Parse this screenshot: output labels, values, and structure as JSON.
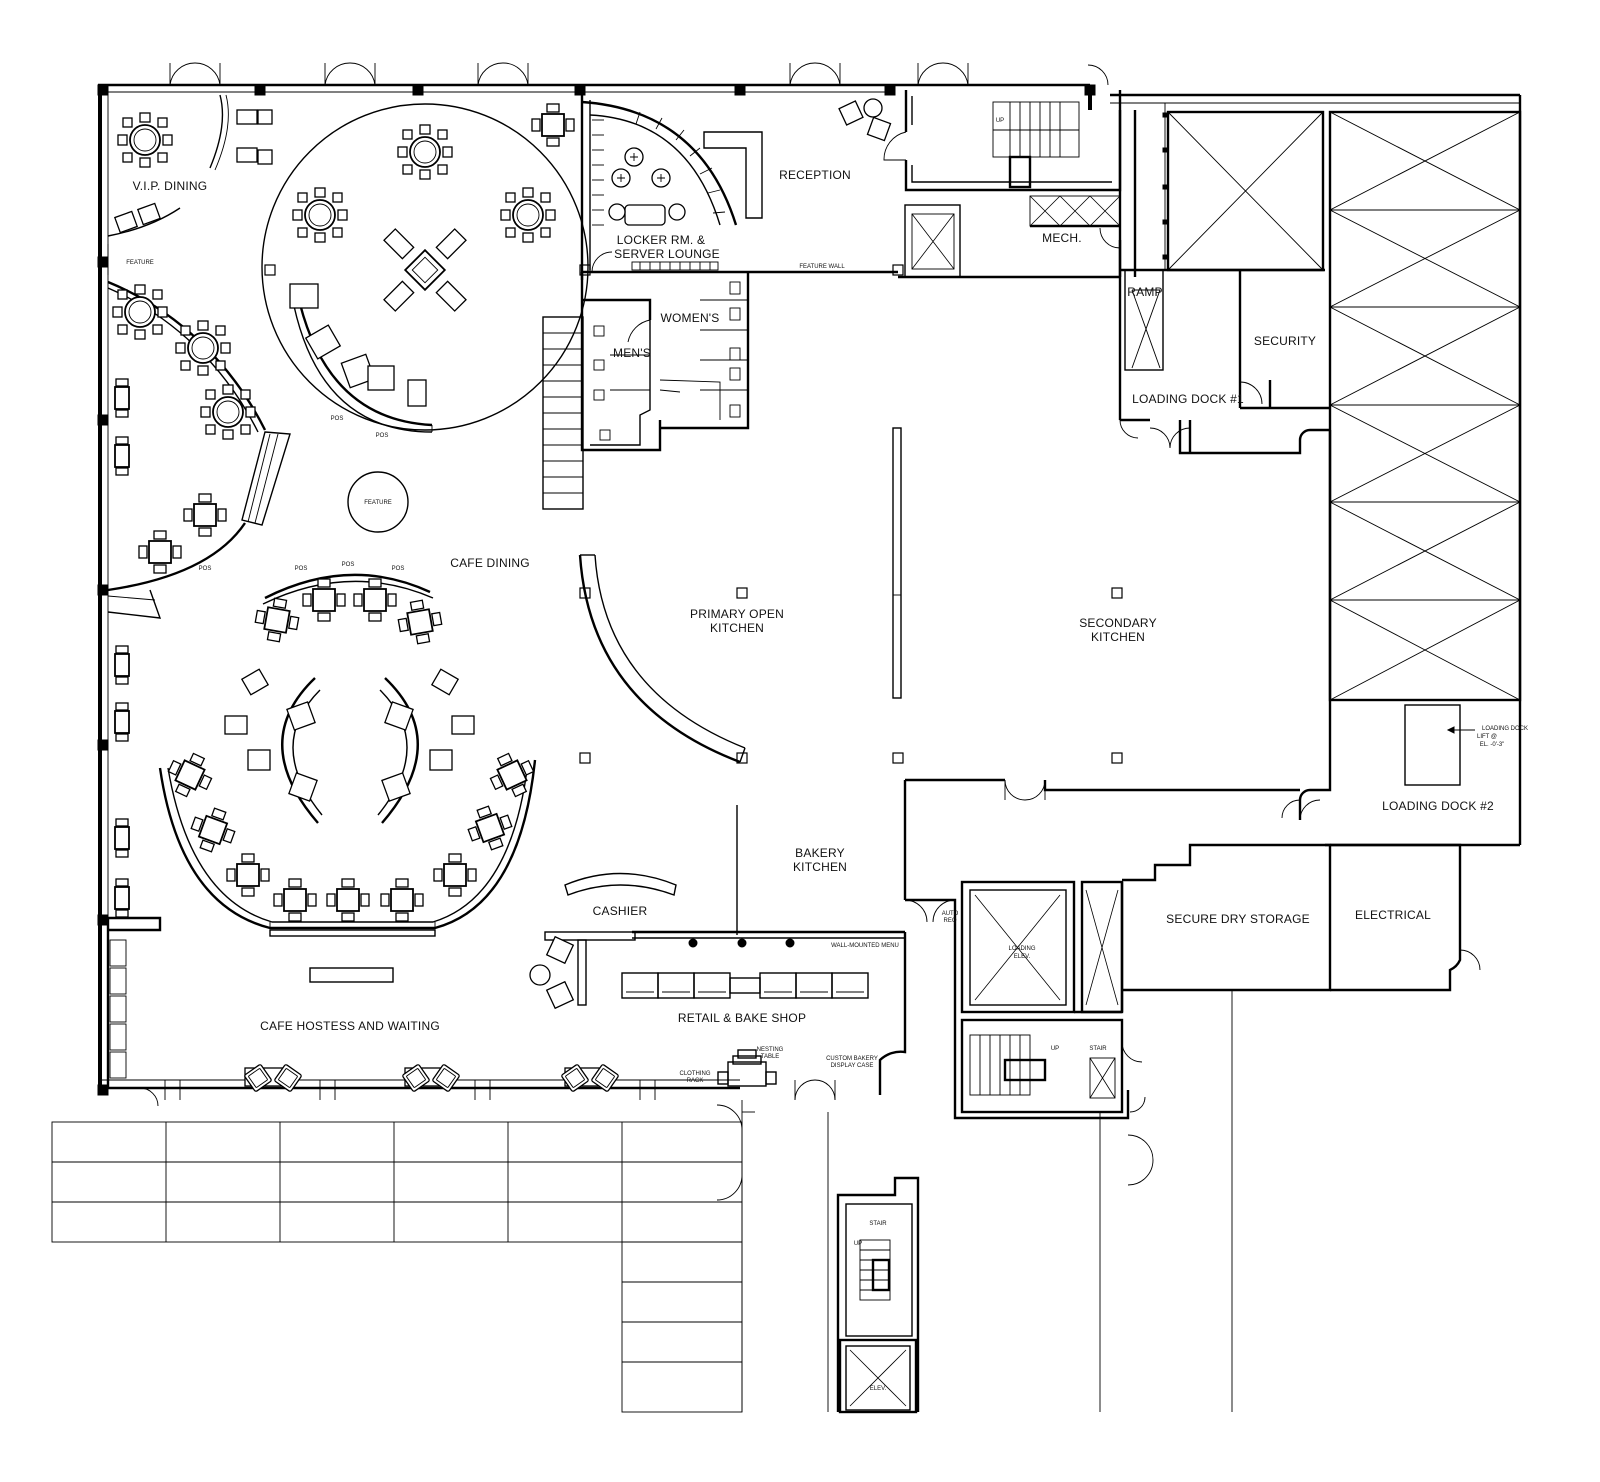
{
  "rooms": {
    "vip_dining": "V.I.P. DINING",
    "locker": "LOCKER RM. &",
    "locker2": "SERVER LOUNGE",
    "reception": "RECEPTION",
    "mech": "MECH.",
    "womens": "WOMEN'S",
    "mens": "MEN'S",
    "ramp": "RAMP",
    "security": "SECURITY",
    "loading_dock_1": "LOADING DOCK #1",
    "cafe_dining": "CAFE DINING",
    "primary_kitchen_1": "PRIMARY OPEN",
    "primary_kitchen_2": "KITCHEN",
    "secondary_kitchen_1": "SECONDARY",
    "secondary_kitchen_2": "KITCHEN",
    "loading_dock_2": "LOADING DOCK #2",
    "bakery_kitchen_1": "BAKERY",
    "bakery_kitchen_2": "KITCHEN",
    "cashier": "CASHIER",
    "secure_dry_storage": "SECURE DRY STORAGE",
    "electrical": "ELECTRICAL",
    "cafe_hostess": "CAFE HOSTESS AND WAITING",
    "retail_bake_shop": "RETAIL & BAKE SHOP",
    "loading_elev_1": "LOADING",
    "loading_elev_2": "ELEV.",
    "stair": "STAIR",
    "stair_up": "UP",
    "elev": "ELEV."
  },
  "notes": {
    "feature_1": "FEATURE",
    "feature_2": "FEATURE",
    "feature_wall": "FEATURE WALL",
    "pos": "POS",
    "loading_dock_lift_1": "LOADING DOCK",
    "loading_dock_lift_2": "LIFT @",
    "loading_dock_lift_3": "EL. -0'-3\"",
    "wall_menu": "WALL-MOUNTED MENU",
    "auto_req_1": "AUTO",
    "auto_req_2": "REQ",
    "clothing_rack_1": "CLOTHING",
    "clothing_rack_2": "RACK",
    "nesting_table_1": "NESTING",
    "nesting_table_2": "TABLE",
    "bakery_case_1": "CUSTOM BAKERY",
    "bakery_case_2": "DISPLAY CASE"
  }
}
